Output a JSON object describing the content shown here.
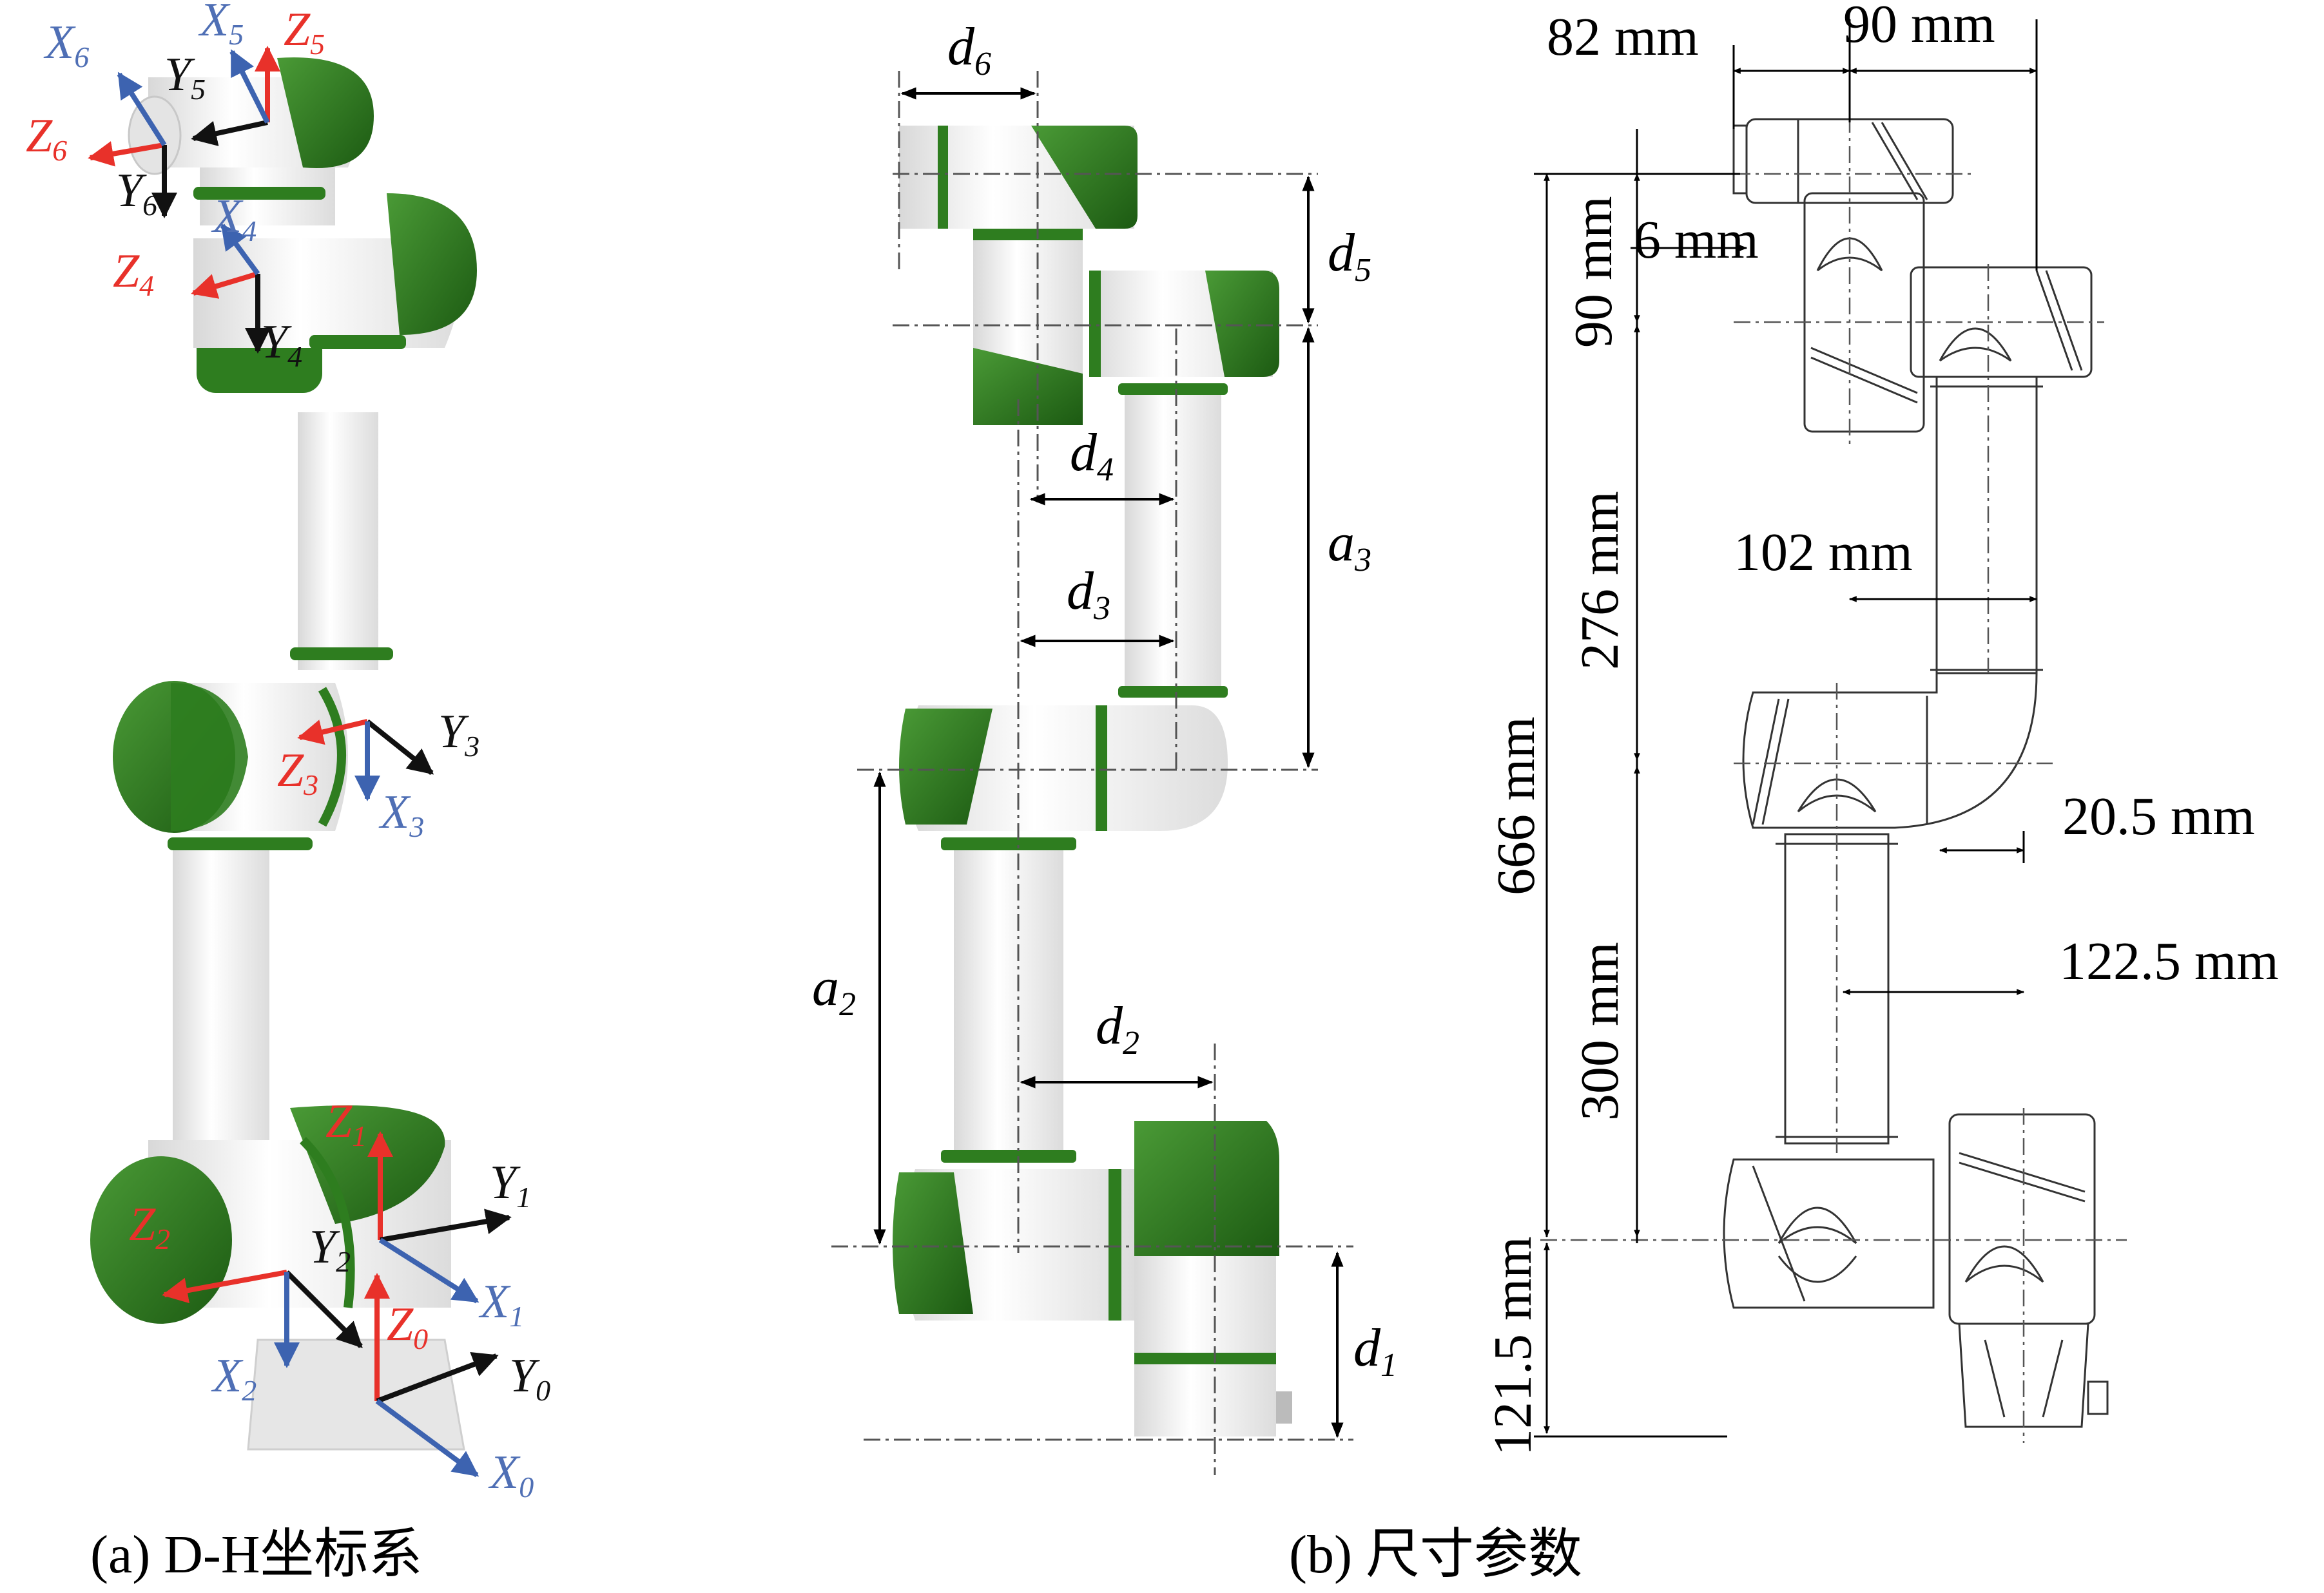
{
  "colors": {
    "green": "#2e7d1f",
    "dark_green": "#1f5e16",
    "red": "#e8312a",
    "blue": "#3d63b0",
    "black": "#111111",
    "label_blue": "#4f6fb5",
    "label_red": "#e8312a"
  },
  "panel_a": {
    "caption": "(a) D-H坐标系",
    "frames": [
      {
        "id": "0",
        "x": "X",
        "y": "Y",
        "z": "Z",
        "sub": "0"
      },
      {
        "id": "1",
        "x": "X",
        "y": "Y",
        "z": "Z",
        "sub": "1"
      },
      {
        "id": "2",
        "x": "X",
        "y": "Y",
        "z": "Z",
        "sub": "2"
      },
      {
        "id": "3",
        "x": "X",
        "y": "Y",
        "z": "Z",
        "sub": "3"
      },
      {
        "id": "4",
        "x": "X",
        "y": "Y",
        "z": "Z",
        "sub": "4"
      },
      {
        "id": "5",
        "x": "X",
        "y": "Y",
        "z": "Z",
        "sub": "5"
      },
      {
        "id": "6",
        "x": "X",
        "y": "Y",
        "z": "Z",
        "sub": "6"
      }
    ]
  },
  "panel_b": {
    "caption": "(b) 尺寸参数",
    "params": {
      "d1": {
        "base": "d",
        "sub": "1"
      },
      "d2": {
        "base": "d",
        "sub": "2"
      },
      "d3": {
        "base": "d",
        "sub": "3"
      },
      "d4": {
        "base": "d",
        "sub": "4"
      },
      "d5": {
        "base": "d",
        "sub": "5"
      },
      "d6": {
        "base": "d",
        "sub": "6"
      },
      "a2": {
        "base": "a",
        "sub": "2"
      },
      "a3": {
        "base": "a",
        "sub": "3"
      }
    }
  },
  "panel_c": {
    "dimensions": {
      "d82": "82 mm",
      "d90_top": "90 mm",
      "d90_side": "90 mm",
      "d6mm": "6 mm",
      "d276": "276 mm",
      "d666": "666 mm",
      "d300": "300 mm",
      "d121_5": "121.5 mm",
      "d102": "102 mm",
      "d20_5": "20.5 mm",
      "d122_5": "122.5 mm"
    }
  }
}
